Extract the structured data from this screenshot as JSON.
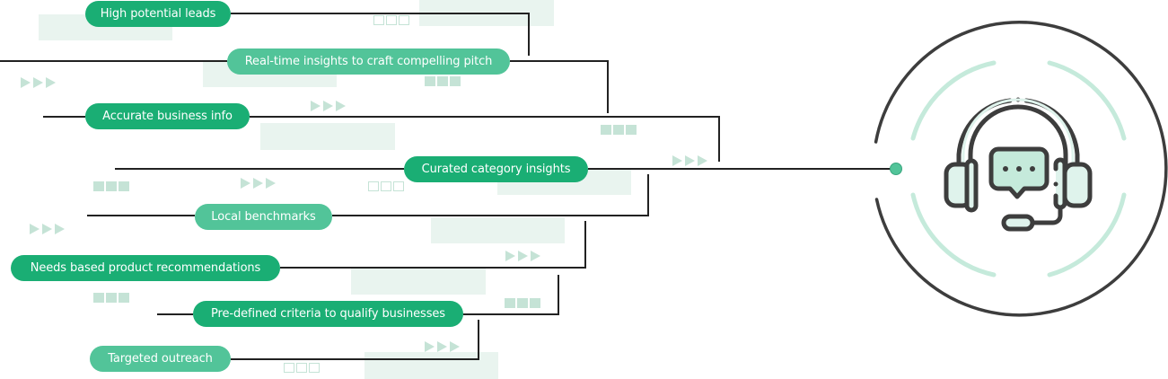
{
  "diagram": {
    "title": "",
    "hub": {
      "icon": "customer-support-headset-icon",
      "icon_detail": "chat-bubble-with-ellipsis",
      "connector": "dot"
    },
    "features": [
      {
        "id": "high-potential-leads",
        "label": "High potential leads",
        "style": "dark"
      },
      {
        "id": "real-time-insights",
        "label": "Real-time insights to craft compelling pitch",
        "style": "light"
      },
      {
        "id": "accurate-business-info",
        "label": "Accurate business info",
        "style": "dark"
      },
      {
        "id": "curated-category-insights",
        "label": "Curated category insights",
        "style": "dark"
      },
      {
        "id": "local-benchmarks",
        "label": "Local benchmarks",
        "style": "light"
      },
      {
        "id": "needs-based-recommendations",
        "label": "Needs based product recommendations",
        "style": "dark"
      },
      {
        "id": "pre-defined-criteria",
        "label": "Pre-defined criteria to qualify businesses",
        "style": "dark"
      },
      {
        "id": "targeted-outreach",
        "label": "Targeted outreach",
        "style": "light"
      }
    ],
    "decorations": {
      "filled-squares": "three-filled-squares",
      "outline-squares": "three-outline-squares",
      "arrows": "three-arrow-triangles",
      "background-blocks": "pale-green-rectangles"
    },
    "colors": {
      "pill_dark": "#1aae74",
      "pill_light": "#52c499",
      "line": "#222222",
      "hub_ring": "#3d3d3d",
      "hub_accent": "#c5eadb",
      "decoration": "#c5e3d6",
      "background_block": "#e9f4ef"
    }
  }
}
